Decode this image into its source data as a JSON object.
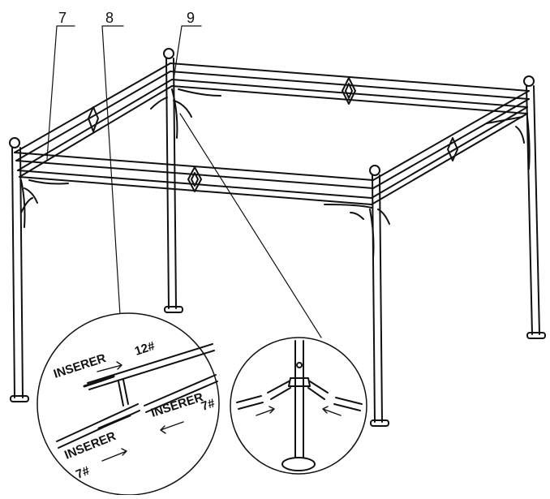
{
  "callouts": [
    {
      "id": "7",
      "text": "7"
    },
    {
      "id": "8",
      "text": "8"
    },
    {
      "id": "9",
      "text": "9"
    }
  ],
  "detail_left": {
    "top_label": "INSERER",
    "top_size": "12#",
    "right_label": "INSERER",
    "right_size": "7#",
    "bottom_label": "INSERER",
    "bottom_size": "7#"
  },
  "colors": {
    "stroke": "#111111",
    "background": "#ffffff"
  }
}
